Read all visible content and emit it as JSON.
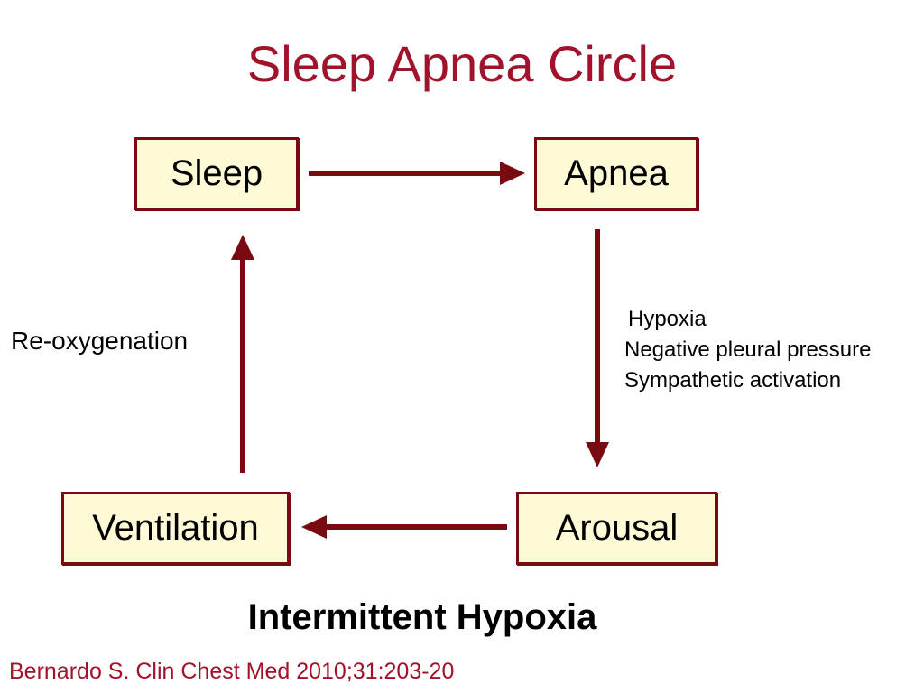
{
  "title": "Sleep Apnea Circle",
  "nodes": {
    "sleep": "Sleep",
    "apnea": "Apnea",
    "arousal": "Arousal",
    "ventilation": "Ventilation"
  },
  "labels": {
    "reoxygenation": "Re-oxygenation",
    "causes": [
      "Hypoxia",
      "Negative pleural pressure",
      "Sympathetic activation"
    ]
  },
  "footer_title": "Intermittent Hypoxia",
  "citation": "Bernardo S. Clin Chest Med 2010;31:203-20",
  "colors": {
    "title": "#a0132a",
    "arrow": "#7a0a12",
    "box_fill": "#fffad6",
    "box_border": "#7a0a12"
  }
}
